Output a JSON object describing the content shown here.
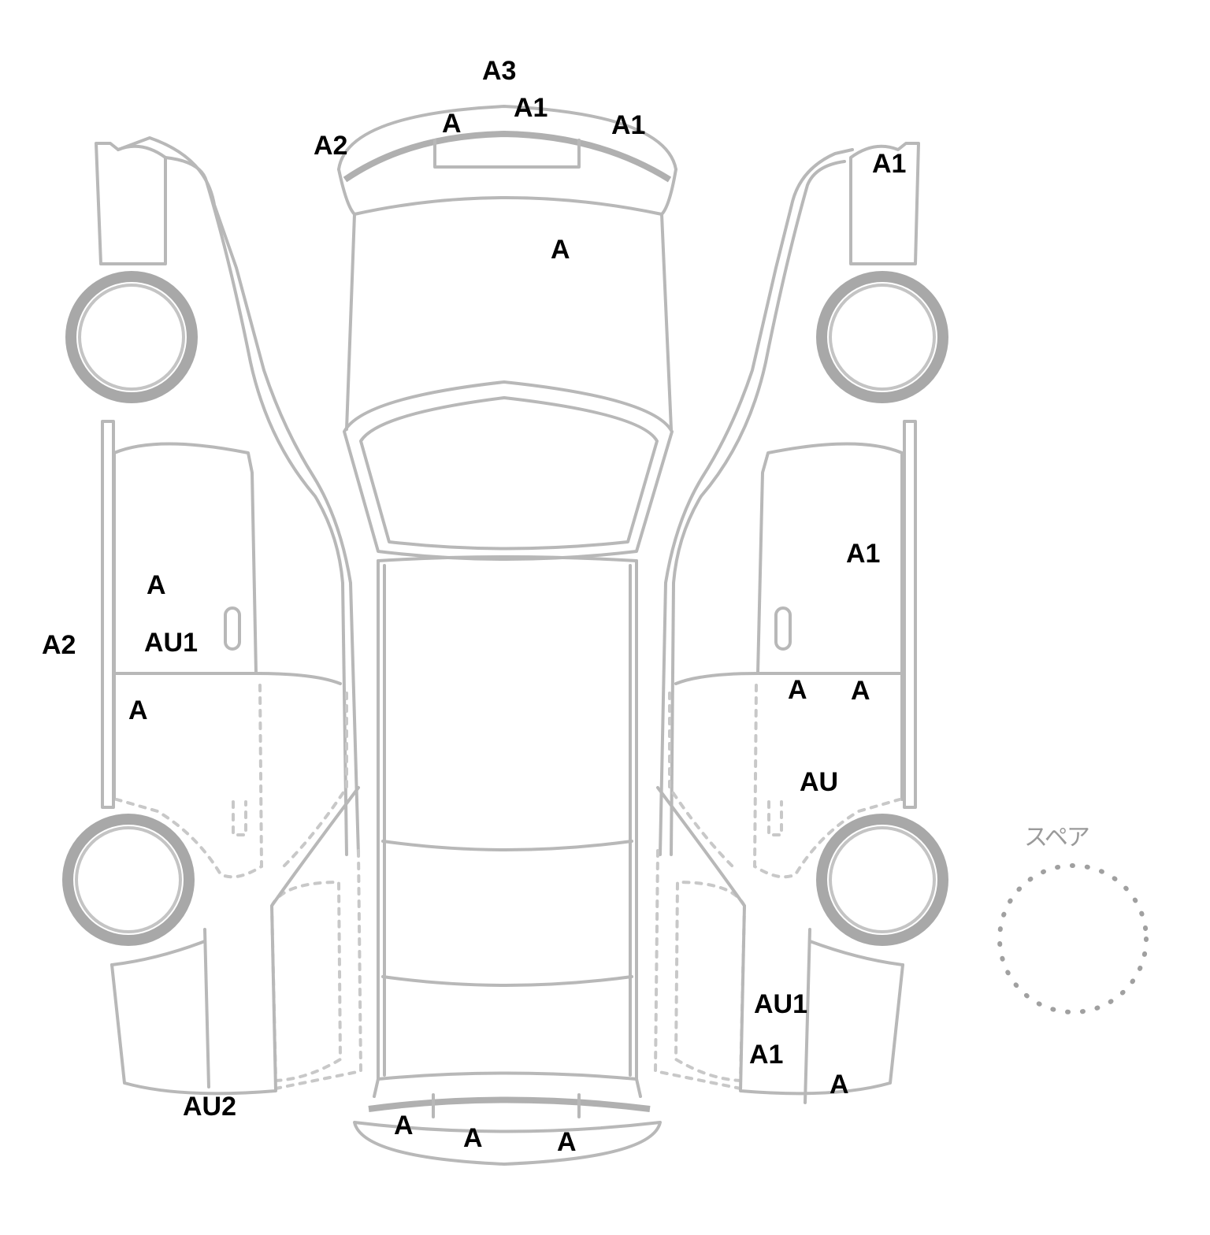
{
  "spare": {
    "label": "スペア"
  },
  "marks": [
    {
      "id": "rear-bumper-top",
      "code": "A3"
    },
    {
      "id": "rear-panel-left",
      "code": "A2"
    },
    {
      "id": "rear-panel-center-left",
      "code": "A"
    },
    {
      "id": "rear-panel-center",
      "code": "A1"
    },
    {
      "id": "rear-panel-right",
      "code": "A1"
    },
    {
      "id": "roof",
      "code": "A"
    },
    {
      "id": "right-rear-fender",
      "code": "A1"
    },
    {
      "id": "left-rear-door-upper",
      "code": "A"
    },
    {
      "id": "left-side-sill",
      "code": "A2"
    },
    {
      "id": "left-rear-door-lower",
      "code": "AU1"
    },
    {
      "id": "left-front-door",
      "code": "A"
    },
    {
      "id": "left-front-fender-bottom",
      "code": "AU2"
    },
    {
      "id": "right-rear-door-upper",
      "code": "A1"
    },
    {
      "id": "right-front-door-left",
      "code": "A"
    },
    {
      "id": "right-front-door-right",
      "code": "A"
    },
    {
      "id": "right-front-door-lower",
      "code": "AU"
    },
    {
      "id": "right-front-pillar",
      "code": "AU1"
    },
    {
      "id": "right-front-pillar-lower",
      "code": "A1"
    },
    {
      "id": "right-front-fender",
      "code": "A"
    },
    {
      "id": "front-bumper-left",
      "code": "A"
    },
    {
      "id": "front-bumper-center",
      "code": "A"
    },
    {
      "id": "front-bumper-right",
      "code": "A"
    }
  ]
}
